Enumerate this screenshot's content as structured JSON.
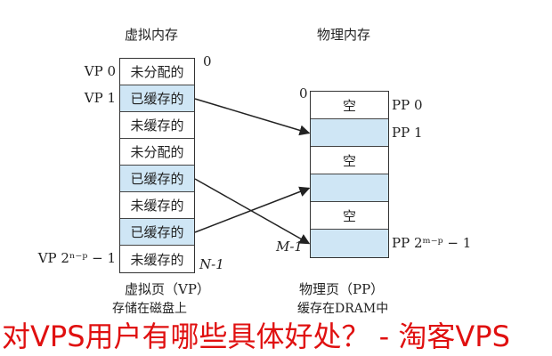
{
  "virtual": {
    "title": "虚拟内存",
    "top_index": "0",
    "bottom_index": "N-1",
    "rows": [
      {
        "label": "VP 0",
        "text": "未分配的",
        "cached": false
      },
      {
        "label": "VP 1",
        "text": "已缓存的",
        "cached": true
      },
      {
        "label": "",
        "text": "未缓存的",
        "cached": false
      },
      {
        "label": "",
        "text": "未分配的",
        "cached": false
      },
      {
        "label": "",
        "text": "已缓存的",
        "cached": true
      },
      {
        "label": "",
        "text": "未缓存的",
        "cached": false
      },
      {
        "label": "",
        "text": "已缓存的",
        "cached": true
      },
      {
        "label": "VP 2ⁿ⁻ᵖ − 1",
        "text": "未缓存的",
        "cached": false
      }
    ],
    "caption": "虚拟页（VP）",
    "subcaption": "存储在磁盘上"
  },
  "physical": {
    "title": "物理内存",
    "top_index": "0",
    "bottom_index": "M-1",
    "rows": [
      {
        "label": "PP 0",
        "text": "空",
        "cached": false
      },
      {
        "label": "PP 1",
        "text": "",
        "cached": true
      },
      {
        "label": "",
        "text": "空",
        "cached": false
      },
      {
        "label": "",
        "text": "",
        "cached": true
      },
      {
        "label": "",
        "text": "空",
        "cached": false
      },
      {
        "label": "PP 2ᵐ⁻ᵖ − 1",
        "text": "",
        "cached": true
      }
    ],
    "caption": "物理页（PP）",
    "subcaption": "缓存在DRAM中"
  },
  "mappings": [
    [
      1,
      1
    ],
    [
      4,
      5
    ],
    [
      6,
      3
    ]
  ],
  "overlay_text": "对VPS用户有哪些具体好处？ - 淘客VPS",
  "colors": {
    "cached": "#cfe6f5",
    "overlay": "#e01010"
  }
}
